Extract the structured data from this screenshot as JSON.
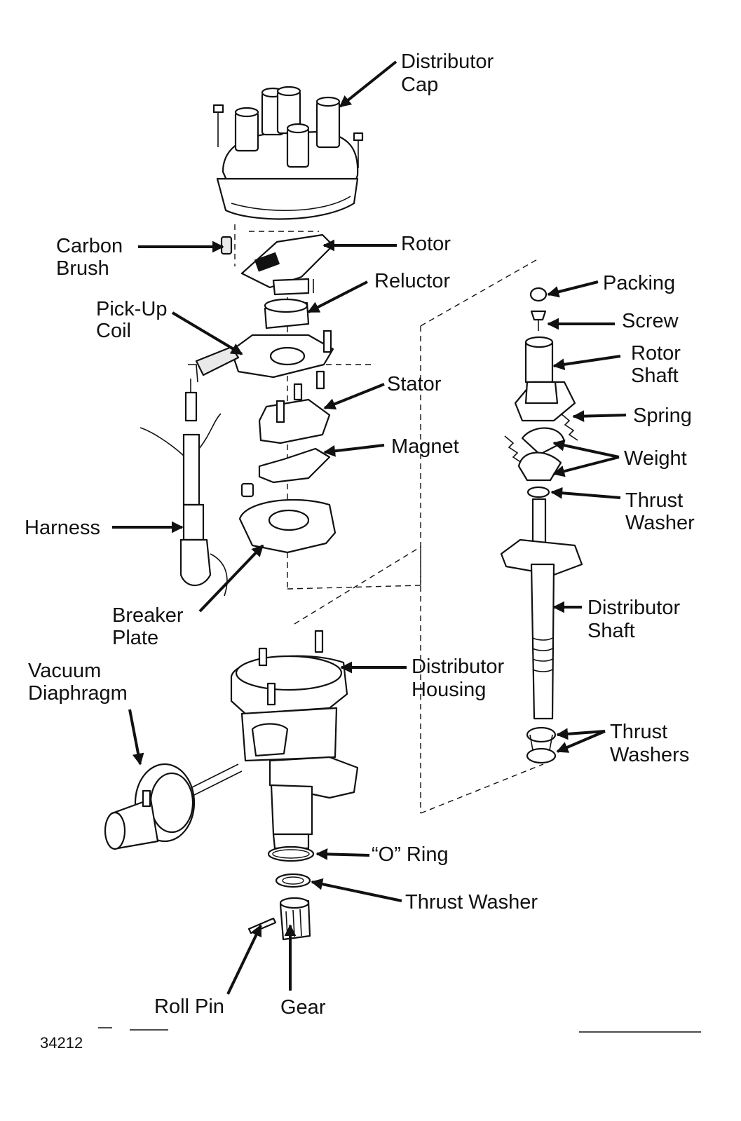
{
  "labels": {
    "distributor_cap": [
      "Distributor",
      "Cap"
    ],
    "carbon_brush": [
      "Carbon",
      "Brush"
    ],
    "rotor": "Rotor",
    "reluctor": "Reluctor",
    "pickup_coil": [
      "Pick-Up",
      "Coil"
    ],
    "stator": "Stator",
    "magnet": "Magnet",
    "harness": "Harness",
    "breaker_plate": [
      "Breaker",
      "Plate"
    ],
    "vacuum_diaphragm": [
      "Vacuum",
      "Diaphragm"
    ],
    "distributor_housing": [
      "Distributor",
      "Housing"
    ],
    "o_ring": "“O” Ring",
    "thrust_washer_bottom": "Thrust Washer",
    "roll_pin": "Roll Pin",
    "gear": "Gear",
    "packing": "Packing",
    "screw": "Screw",
    "rotor_shaft": [
      "Rotor",
      "Shaft"
    ],
    "spring": "Spring",
    "weight": "Weight",
    "thrust_washer_right": [
      "Thrust",
      "Washer"
    ],
    "distributor_shaft": [
      "Distributor",
      "Shaft"
    ],
    "thrust_washers": [
      "Thrust",
      "Washers"
    ]
  },
  "figure_number": "34212",
  "colors": {
    "ink": "#111111",
    "paper": "#ffffff"
  }
}
